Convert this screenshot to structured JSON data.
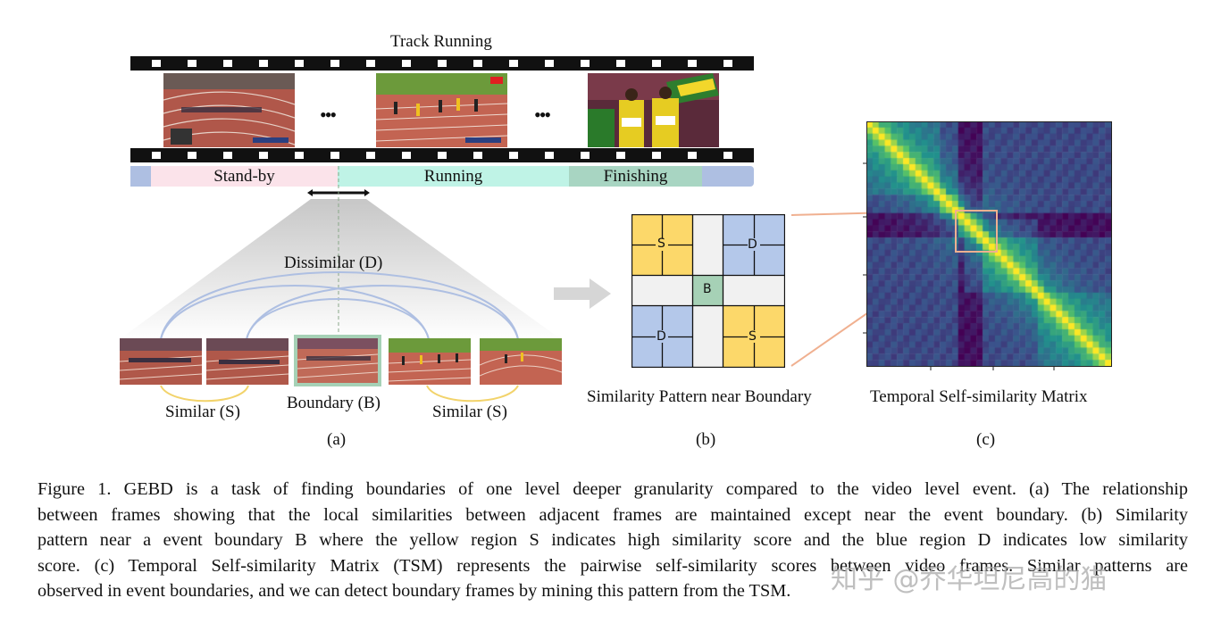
{
  "figure_a": {
    "title": "Track Running",
    "ellipsis_1": "•••",
    "ellipsis_2": "•••",
    "segments": [
      {
        "label": "Stand-by",
        "color": "#fbe3ea"
      },
      {
        "label": "Running",
        "color": "#bff3e6"
      },
      {
        "label": "Finishing",
        "color": "#a8d5c2"
      }
    ],
    "edge_color": "#aebfe2",
    "dissimilar_label": "Dissimilar (D)",
    "boundary_label": "Boundary (B)",
    "similar_left_label": "Similar (S)",
    "similar_right_label": "Similar (S)",
    "panel_label": "(a)"
  },
  "figure_b": {
    "cells": [
      "S",
      "B",
      "D",
      "D",
      "S"
    ],
    "caption": "Similarity Pattern near Boundary",
    "panel_label": "(b)",
    "colors": {
      "similar": "#fcd86a",
      "dissimilar": "#b4c8ea",
      "boundary": "#a6d1b6",
      "neutral": "#f1f1f1"
    }
  },
  "figure_c": {
    "caption": "Temporal Self-similarity Matrix",
    "panel_label": "(c)",
    "colormap": "viridis"
  },
  "caption": {
    "lines": [
      "Figure 1.  GEBD is a task of finding boundaries of one level deeper granularity compared to the video level event.  (a) The relationship",
      "between frames showing that the local similarities between adjacent frames are maintained except near the event boundary. (b) Similarity",
      "pattern near a event boundary B where the yellow region S indicates high similarity score and the blue region D indicates low similarity",
      "score. (c) Temporal Self-similarity Matrix (TSM) represents the pairwise self-similarity scores between video frames. Similar patterns are",
      "observed in event boundaries, and we can detect boundary frames by mining this pattern from the TSM."
    ]
  },
  "watermark": "知乎 @乔华坦尼高的猫"
}
